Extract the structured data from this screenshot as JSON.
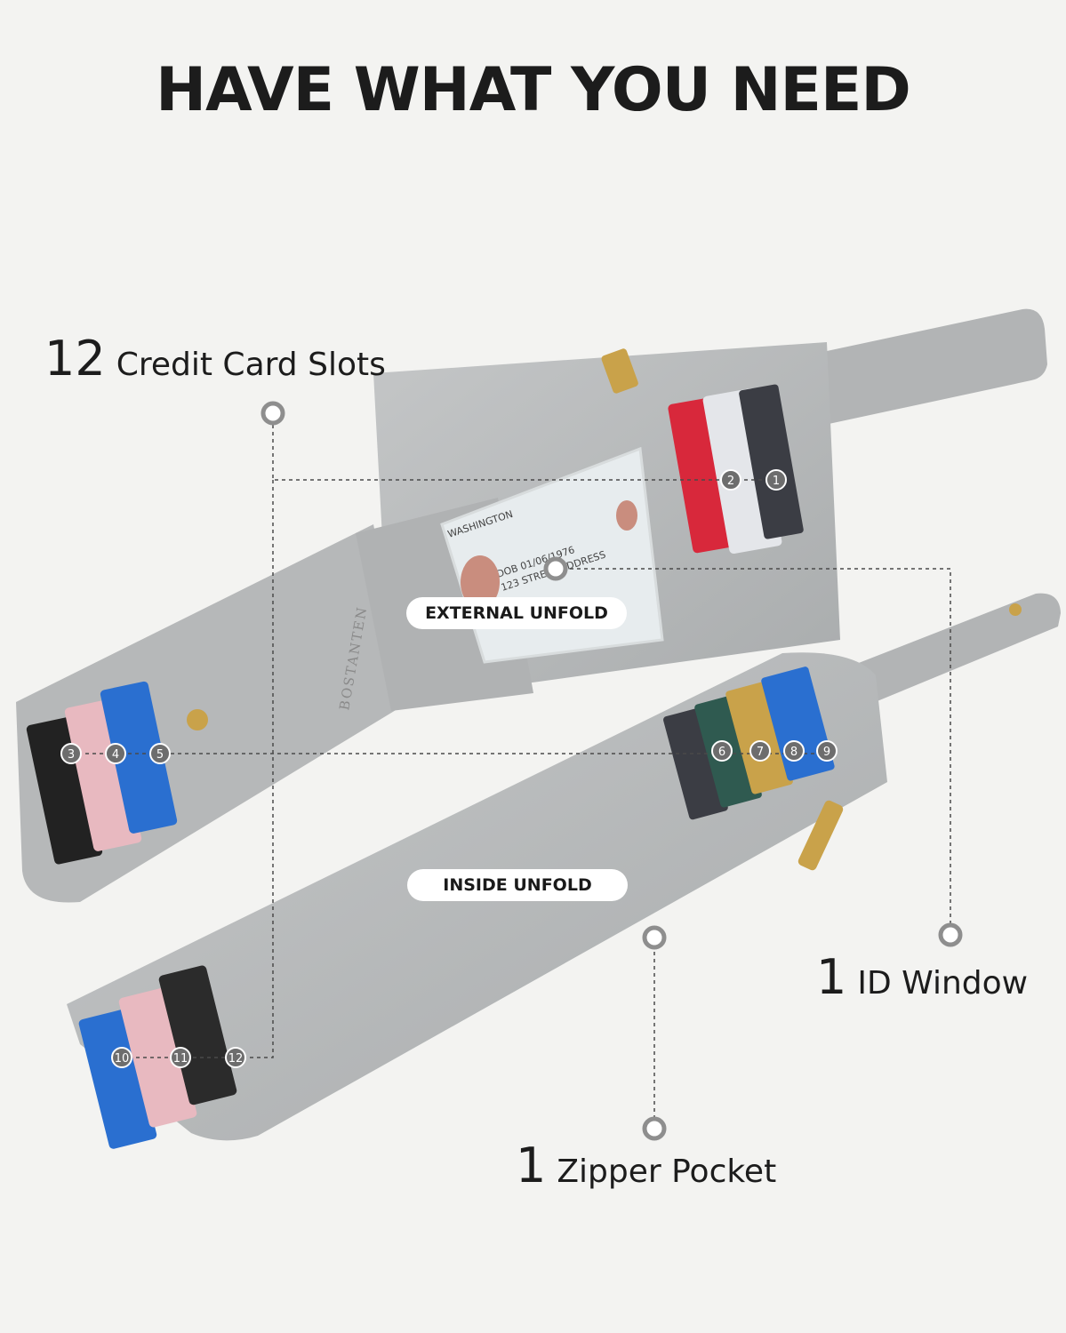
{
  "headline": "HAVE WHAT YOU NEED",
  "features": {
    "card_slots": {
      "number": "12",
      "label": "Credit Card Slots"
    },
    "id_window": {
      "number": "1",
      "label": "ID Window"
    },
    "zipper_pocket": {
      "number": "1",
      "label": "Zipper Pocket"
    }
  },
  "views": {
    "external": "EXTERNAL UNFOLD",
    "inside": "INSIDE UNFOLD"
  },
  "brand": "BOSTANTEN",
  "id_card": {
    "state": "WASHINGTON",
    "dob": "DOB 01/06/1976",
    "address": "123 STREET ADDRESS"
  },
  "slot_badges": [
    "1",
    "2",
    "3",
    "4",
    "5",
    "6",
    "7",
    "8",
    "9",
    "10",
    "11",
    "12"
  ],
  "colors": {
    "leather": "#b9bbbc",
    "leather_dark": "#9fa2a3",
    "background": "#f3f3f1",
    "callout_marker": "#8e8e8e",
    "badge": "#6d6d6d",
    "gold": "#c9a24a"
  }
}
